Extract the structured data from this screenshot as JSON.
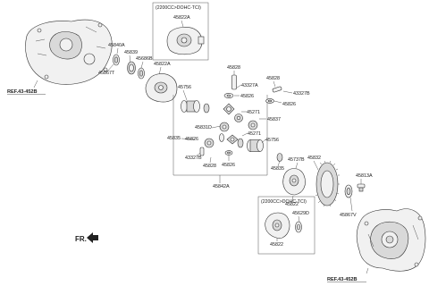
{
  "options": {
    "top": "(2200CC>DOHC-TCI)",
    "bottom": "(2200CC>DOHC-TCI)"
  },
  "refs": {
    "top_left": "REF.43-452B",
    "bottom_right": "REF.43-452B"
  },
  "direction_label": "FR.",
  "parts": {
    "p45822A_top": "45822A",
    "p45840A": "45840A",
    "p45839": "45839",
    "p45686B": "45686B",
    "p45822A_mid": "45822A",
    "p45867T": "45867T",
    "p45828_top": "45828",
    "p43327A": "43327A",
    "p45826_a": "45826",
    "p45828_r": "45828",
    "p43327B_r": "43327B",
    "p45826_b": "45826",
    "p45756_top": "45756",
    "p45271_a": "45271",
    "p45837": "45837",
    "p45831D": "45831D",
    "p45271_b": "45271",
    "p45835_l": "45835",
    "p45826_c": "45826",
    "p43327B_l": "43327B",
    "p45828_l": "45828",
    "p45826_d": "45826",
    "p45756_r": "45756",
    "p45835_r": "45835",
    "p45737B": "45737B",
    "p45832": "45832",
    "p45822": "45822",
    "p45842A": "45842A",
    "p45813A": "45813A",
    "p45867V": "45867V",
    "p45629D": "45629D",
    "p45822_bottom": "45822"
  }
}
